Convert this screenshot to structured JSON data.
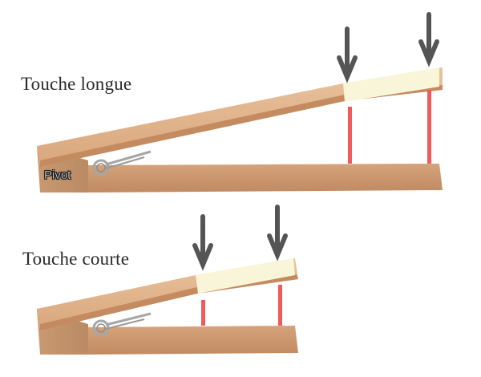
{
  "diagram": {
    "sections": [
      {
        "id": "long",
        "title": "Touche longue",
        "pivot_label": "Pivot",
        "arrows": 2,
        "red_supports": 2
      },
      {
        "id": "short",
        "title": "Touche courte",
        "pivot_label": "",
        "arrows": 2,
        "red_supports": 2
      }
    ],
    "colors": {
      "wood_light": "#e3b891",
      "wood_mid": "#d4a27a",
      "wood_dark": "#b98560",
      "wood_edge": "#c78d63",
      "key_surface": "#f8f5d8",
      "support_red": "#f25a5a",
      "arrow": "#555555",
      "spring": "#a8a8a8",
      "background": "#ffffff"
    }
  }
}
